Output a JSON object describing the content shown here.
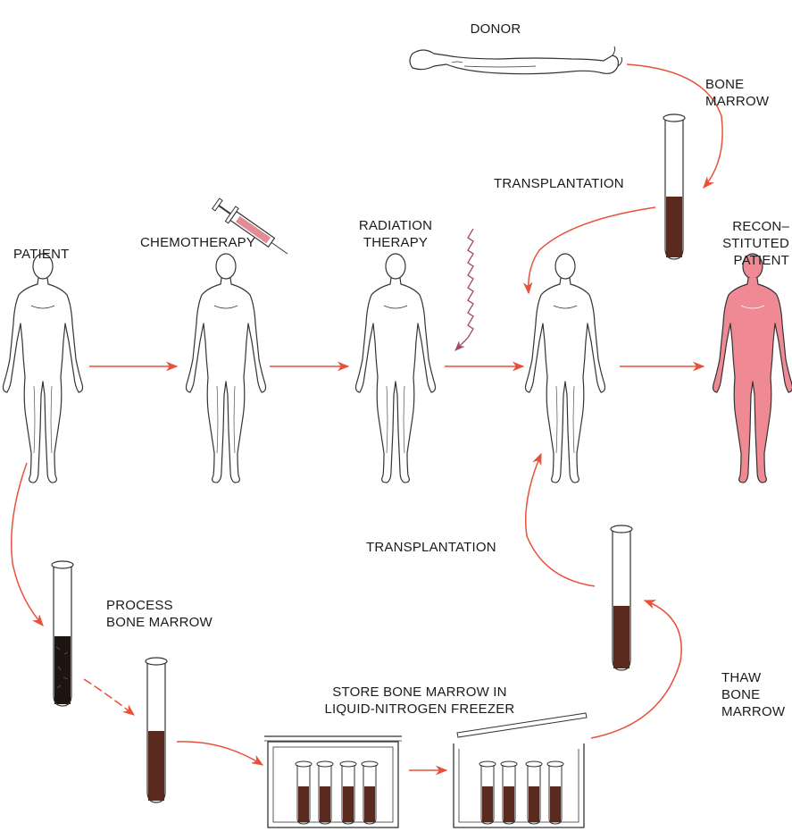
{
  "labels": {
    "donor": "DONOR",
    "bone_marrow": [
      "BONE",
      "MARROW"
    ],
    "transplantation_top": "TRANSPLANTATION",
    "patient": "PATIENT",
    "chemotherapy": "CHEMOTHERAPY",
    "radiation_therapy": [
      "RADIATION",
      "THERAPY"
    ],
    "reconstituted_patient": [
      "RECON–",
      "STITUTED",
      "PATIENT"
    ],
    "transplantation_bottom": "TRANSPLANTATION",
    "process_bone_marrow": [
      "PROCESS",
      "BONE MARROW"
    ],
    "store_bone_marrow": [
      "STORE BONE MARROW IN",
      "LIQUID-NITROGEN FREEZER"
    ],
    "thaw_bone_marrow": [
      "THAW",
      "BONE",
      "MARROW"
    ]
  },
  "colors": {
    "arrow": "#e8503a",
    "marrow": "#5a2a1e",
    "marrow_dark": "#1e1510",
    "reconstituted_fill": "#ef8a94",
    "radiation": "#a0496a",
    "line": "#333333"
  }
}
